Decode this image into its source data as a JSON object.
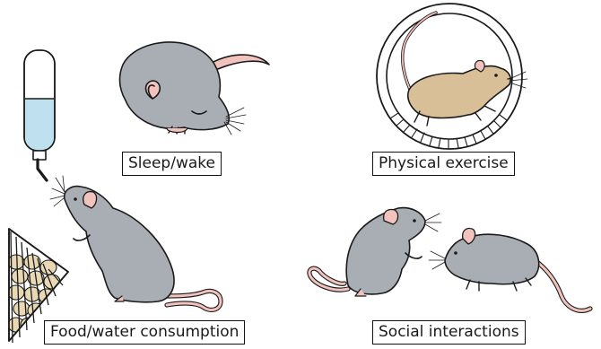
{
  "labels": {
    "sleep": "Sleep/wake",
    "exercise": "Physical exercise",
    "food": "Food/water consumption",
    "social": "Social interactions"
  },
  "colors": {
    "mouse_gray": "#a9aeb5",
    "mouse_tan": "#d9bf98",
    "tail_pink": "#f2c3bd",
    "water_blue": "#bfe0ef",
    "food_pellet": "#e8d9b4",
    "outline": "#1a1a1a"
  },
  "icons": [
    "water-bottle-icon",
    "sleeping-mouse-icon",
    "exercise-wheel-icon",
    "food-hopper-icon",
    "mouse-icon"
  ]
}
